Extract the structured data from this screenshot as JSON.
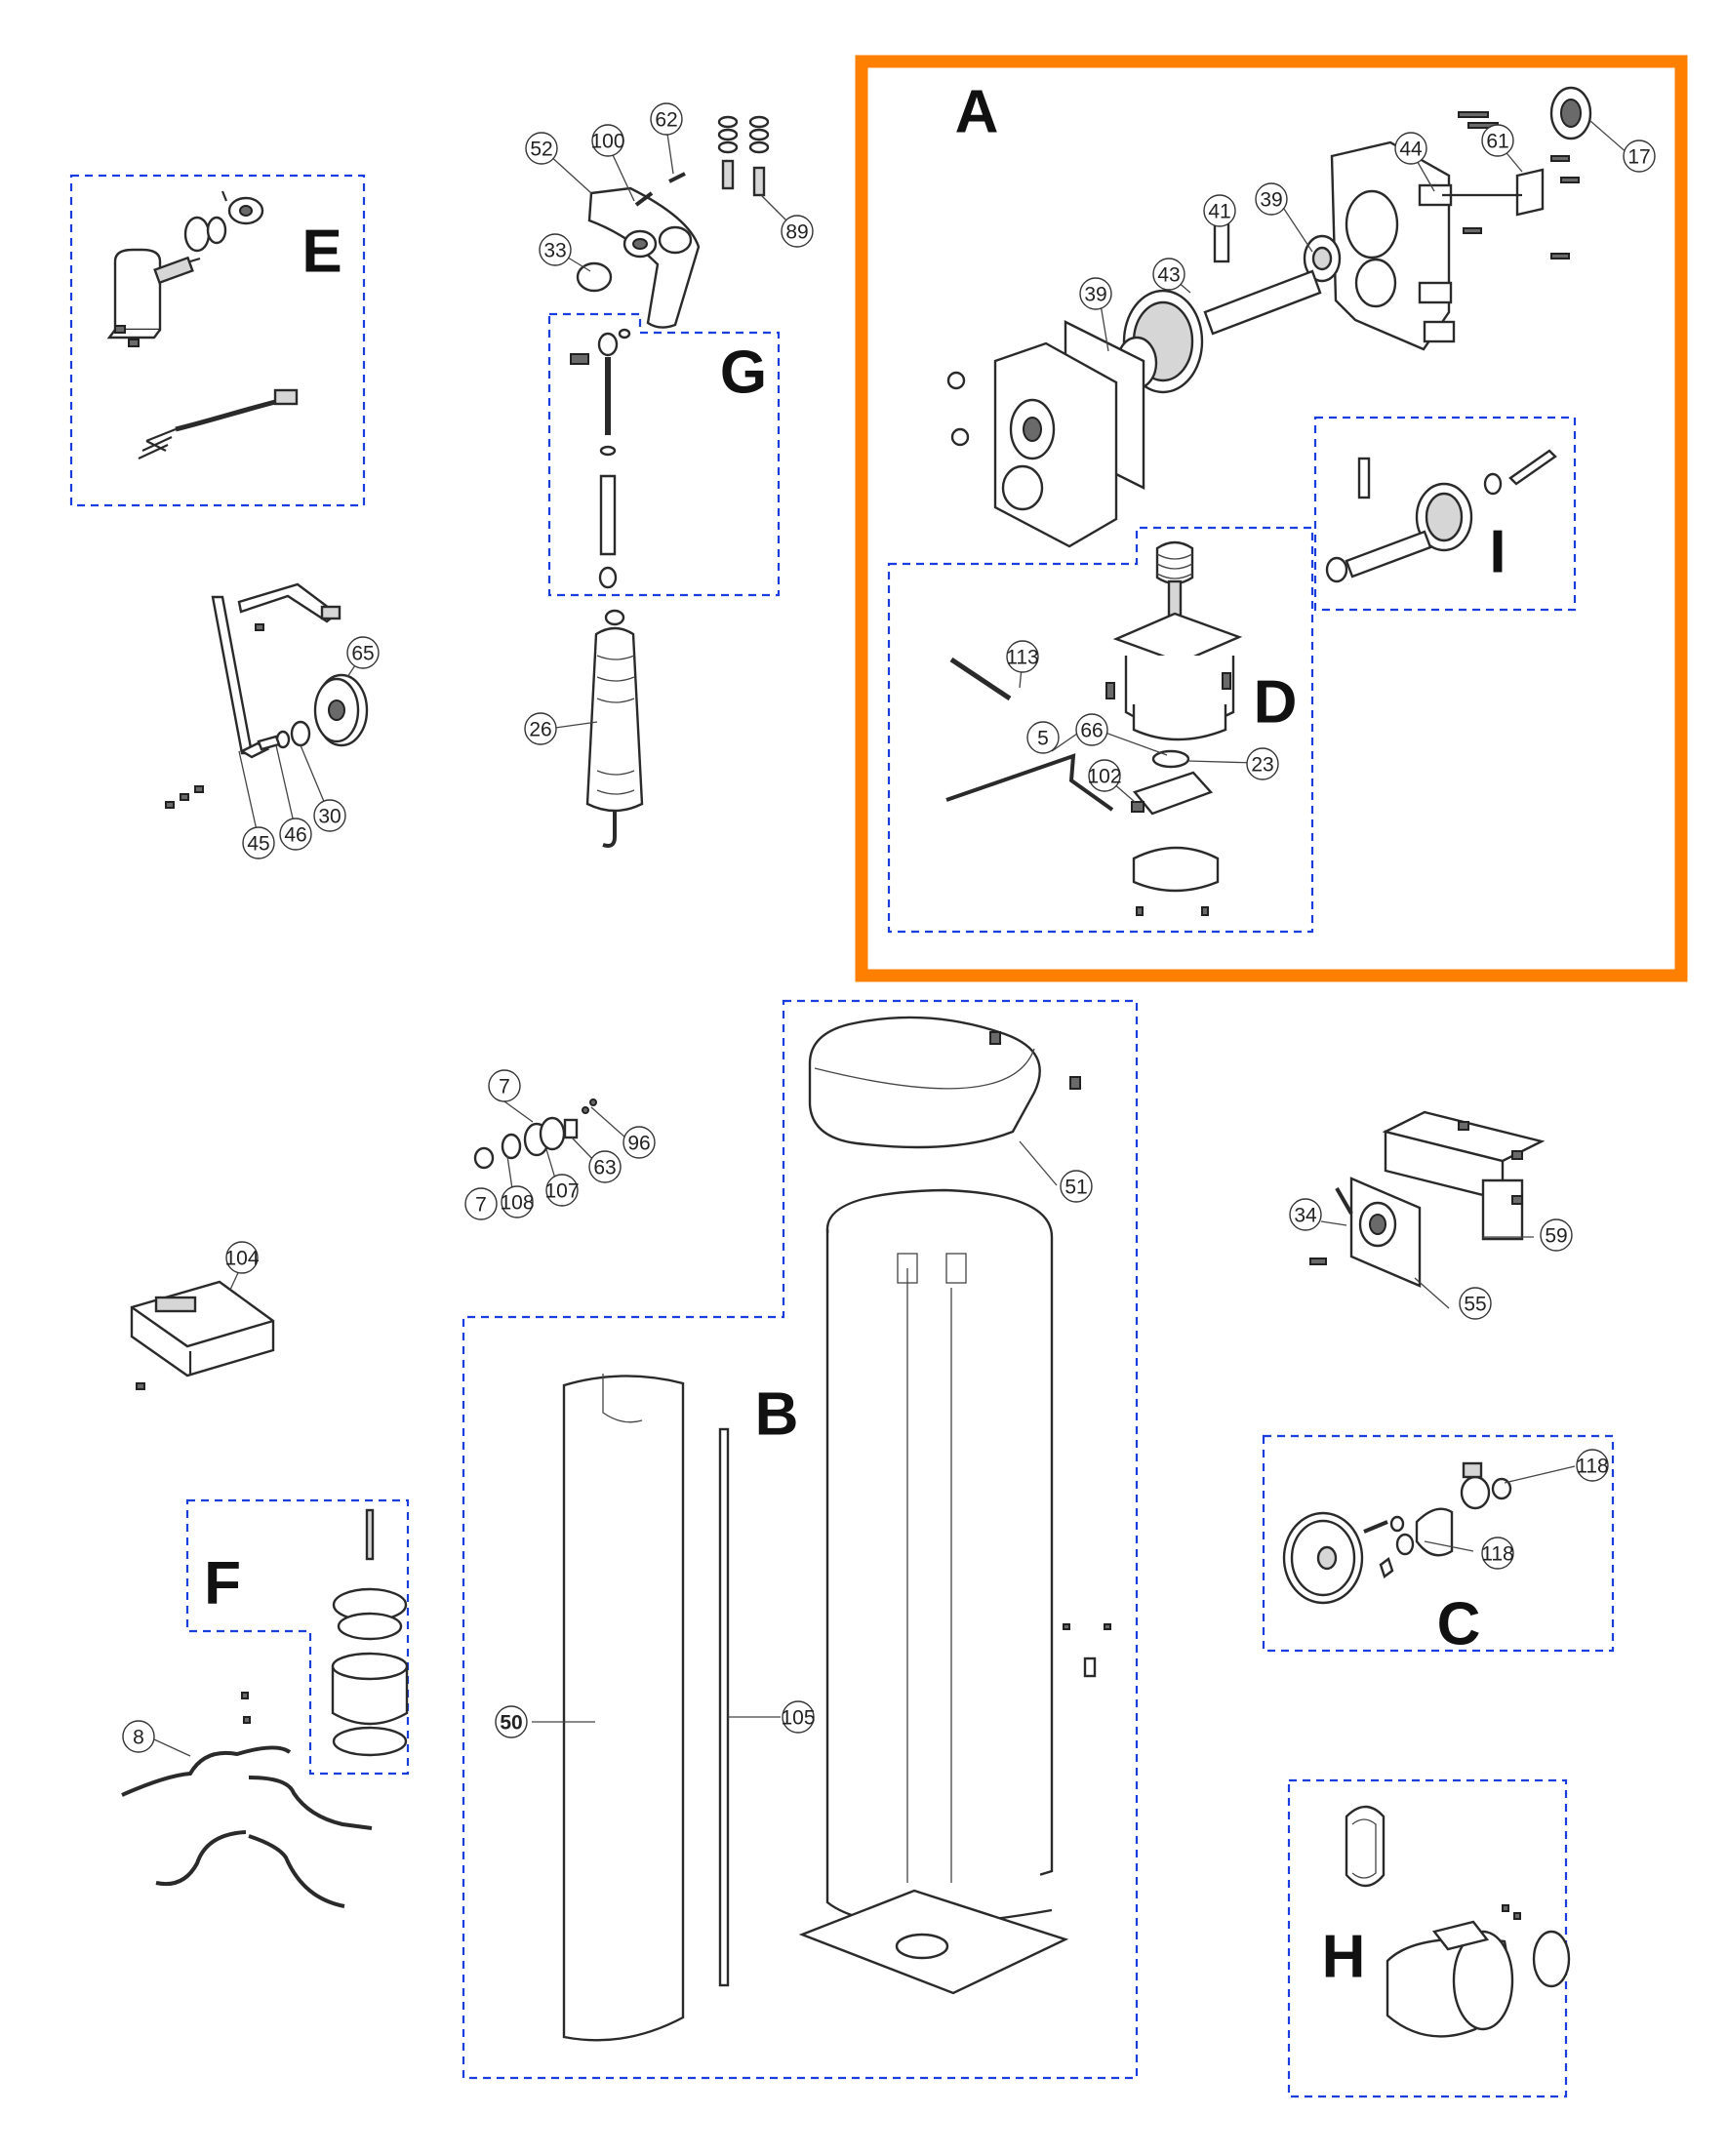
{
  "group_letters": {
    "A": "A",
    "B": "B",
    "C": "C",
    "D": "D",
    "E": "E",
    "F": "F",
    "G": "G",
    "H": "H",
    "I": "I"
  },
  "part_numbers": {
    "n52": "52",
    "n100": "100",
    "n62": "62",
    "n89": "89",
    "n33": "33",
    "n26": "26",
    "n17": "17",
    "n61": "61",
    "n44": "44",
    "n41": "41",
    "n39a": "39",
    "n39b": "39",
    "n43": "43",
    "n113": "113",
    "n66": "66",
    "n5": "5",
    "n102": "102",
    "n23": "23",
    "n65": "65",
    "n45": "45",
    "n46": "46",
    "n30": "30",
    "n7a": "7",
    "n7b": "7",
    "n108": "108",
    "n107": "107",
    "n63": "63",
    "n96": "96",
    "n51": "51",
    "n104": "104",
    "n34": "34",
    "n59": "59",
    "n55": "55",
    "n50": "50",
    "n105": "105",
    "n8": "8",
    "n118a": "118",
    "n118b": "118"
  },
  "colors": {
    "highlight_frame": "#ff8000",
    "group_outline": "#1a3de0",
    "line": "#2a2a2a"
  }
}
